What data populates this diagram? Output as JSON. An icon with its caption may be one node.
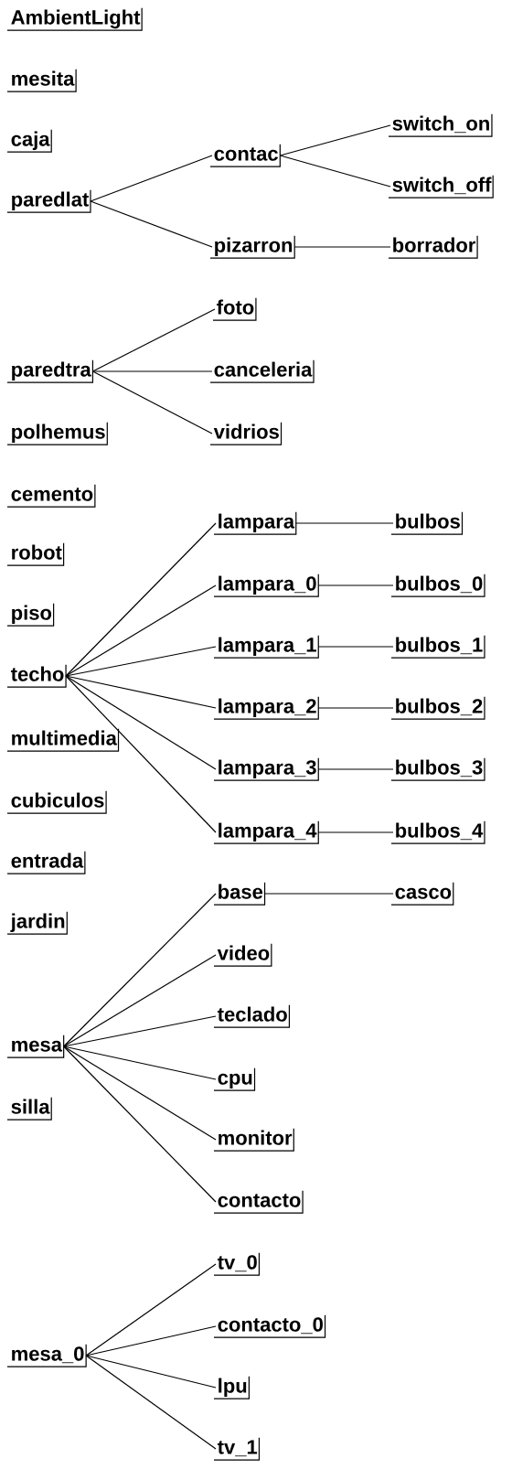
{
  "diagram": {
    "nodes": [
      {
        "text": [
          "AmbientLight"
        ]
      },
      {
        "text": [
          "mesita"
        ]
      },
      {
        "text": [
          "switch_on"
        ]
      },
      {
        "text": [
          "caja"
        ]
      },
      {
        "text": [
          "contac"
        ]
      },
      {
        "text": [
          "switch_off"
        ]
      },
      {
        "text": [
          "paredlat"
        ]
      },
      {
        "text": [
          "pizarron"
        ]
      },
      {
        "text": [
          "borrador"
        ]
      },
      {
        "text": [
          "foto"
        ]
      },
      {
        "text": [
          "paredtra"
        ]
      },
      {
        "text": [
          "canceleria"
        ]
      },
      {
        "text": [
          "polhemus"
        ]
      },
      {
        "text": [
          "vidrios"
        ]
      },
      {
        "text": [
          "cemento"
        ]
      },
      {
        "text": [
          "lampara"
        ]
      },
      {
        "text": [
          "bulbos"
        ]
      },
      {
        "text": [
          "robot"
        ]
      },
      {
        "text": [
          "lampara_0"
        ]
      },
      {
        "text": [
          "bulbos_0"
        ]
      },
      {
        "text": [
          "piso"
        ]
      },
      {
        "text": [
          "lampara_1"
        ]
      },
      {
        "text": [
          "bulbos_1"
        ]
      },
      {
        "text": [
          "techo"
        ]
      },
      {
        "text": [
          "lampara_2"
        ]
      },
      {
        "text": [
          "bulbos_2"
        ]
      },
      {
        "text": [
          "multimedia"
        ]
      },
      {
        "text": [
          "lampara_3"
        ]
      },
      {
        "text": [
          "bulbos_3"
        ]
      },
      {
        "text": [
          "cubiculos"
        ]
      },
      {
        "text": [
          "lampara_4"
        ]
      },
      {
        "text": [
          "bulbos_4"
        ]
      },
      {
        "text": [
          "entrada"
        ]
      },
      {
        "text": [
          "base"
        ]
      },
      {
        "text": [
          "casco"
        ]
      },
      {
        "text": [
          "jardin"
        ]
      },
      {
        "text": [
          "video"
        ]
      },
      {
        "text": [
          "teclado"
        ]
      },
      {
        "text": [
          "mesa"
        ]
      },
      {
        "text": [
          "cpu"
        ]
      },
      {
        "text": [
          "silla"
        ]
      },
      {
        "text": [
          "monitor"
        ]
      },
      {
        "text": [
          "contacto"
        ]
      },
      {
        "text": [
          "tv_0"
        ]
      },
      {
        "text": [
          "contacto_0"
        ]
      },
      {
        "text": [
          "mesa_0"
        ]
      },
      {
        "text": [
          "lpu"
        ]
      },
      {
        "text": [
          "tv_1"
        ]
      }
    ],
    "edges": [
      {
        "from": 6,
        "to": 4,
        "arrow": "none"
      },
      {
        "from": 6,
        "to": 7,
        "arrow": "none"
      },
      {
        "from": 4,
        "to": 2,
        "arrow": "none"
      },
      {
        "from": 4,
        "to": 5,
        "arrow": "none"
      },
      {
        "from": 7,
        "to": 8,
        "arrow": "none"
      },
      {
        "from": 10,
        "to": 9,
        "arrow": "none"
      },
      {
        "from": 10,
        "to": 11,
        "arrow": "none"
      },
      {
        "from": 10,
        "to": 13,
        "arrow": "none"
      },
      {
        "from": 23,
        "to": 15,
        "arrow": "none"
      },
      {
        "from": 23,
        "to": 18,
        "arrow": "none"
      },
      {
        "from": 23,
        "to": 21,
        "arrow": "none"
      },
      {
        "from": 23,
        "to": 24,
        "arrow": "none"
      },
      {
        "from": 23,
        "to": 27,
        "arrow": "none"
      },
      {
        "from": 23,
        "to": 30,
        "arrow": "none"
      },
      {
        "from": 15,
        "to": 16,
        "arrow": "none"
      },
      {
        "from": 18,
        "to": 19,
        "arrow": "none"
      },
      {
        "from": 21,
        "to": 22,
        "arrow": "none"
      },
      {
        "from": 24,
        "to": 25,
        "arrow": "none"
      },
      {
        "from": 27,
        "to": 28,
        "arrow": "none"
      },
      {
        "from": 30,
        "to": 31,
        "arrow": "none"
      },
      {
        "from": 38,
        "to": 33,
        "arrow": "none"
      },
      {
        "from": 38,
        "to": 36,
        "arrow": "none"
      },
      {
        "from": 38,
        "to": 37,
        "arrow": "none"
      },
      {
        "from": 38,
        "to": 39,
        "arrow": "none"
      },
      {
        "from": 38,
        "to": 41,
        "arrow": "none"
      },
      {
        "from": 38,
        "to": 42,
        "arrow": "none"
      },
      {
        "from": 33,
        "to": 34,
        "arrow": "none"
      },
      {
        "from": 45,
        "to": 43,
        "arrow": "none"
      },
      {
        "from": 45,
        "to": 44,
        "arrow": "none"
      },
      {
        "from": 45,
        "to": 46,
        "arrow": "none"
      },
      {
        "from": 45,
        "to": 47,
        "arrow": "none"
      }
    ]
  }
}
